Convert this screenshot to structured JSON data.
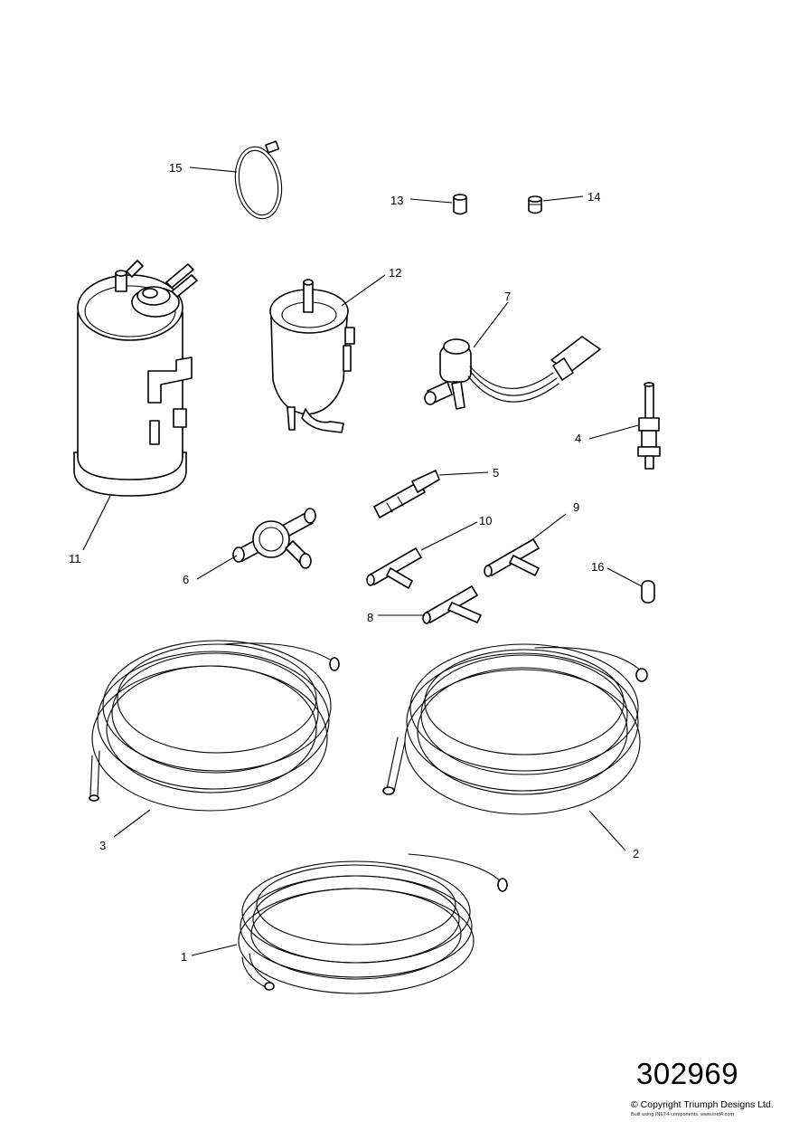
{
  "diagram": {
    "part_labels": {
      "p1": "1",
      "p2": "2",
      "p3": "3",
      "p4": "4",
      "p5": "5",
      "p6": "6",
      "p7": "7",
      "p8": "8",
      "p9": "9",
      "p10": "10",
      "p11": "11",
      "p12": "12",
      "p13": "13",
      "p14": "14",
      "p15": "15",
      "p16": "16"
    }
  },
  "footer": {
    "drawing_number": "302969",
    "copyright": "© Copyright Triumph Designs Ltd.",
    "built_with": "Built using INET4 components. www.inet4.com"
  }
}
